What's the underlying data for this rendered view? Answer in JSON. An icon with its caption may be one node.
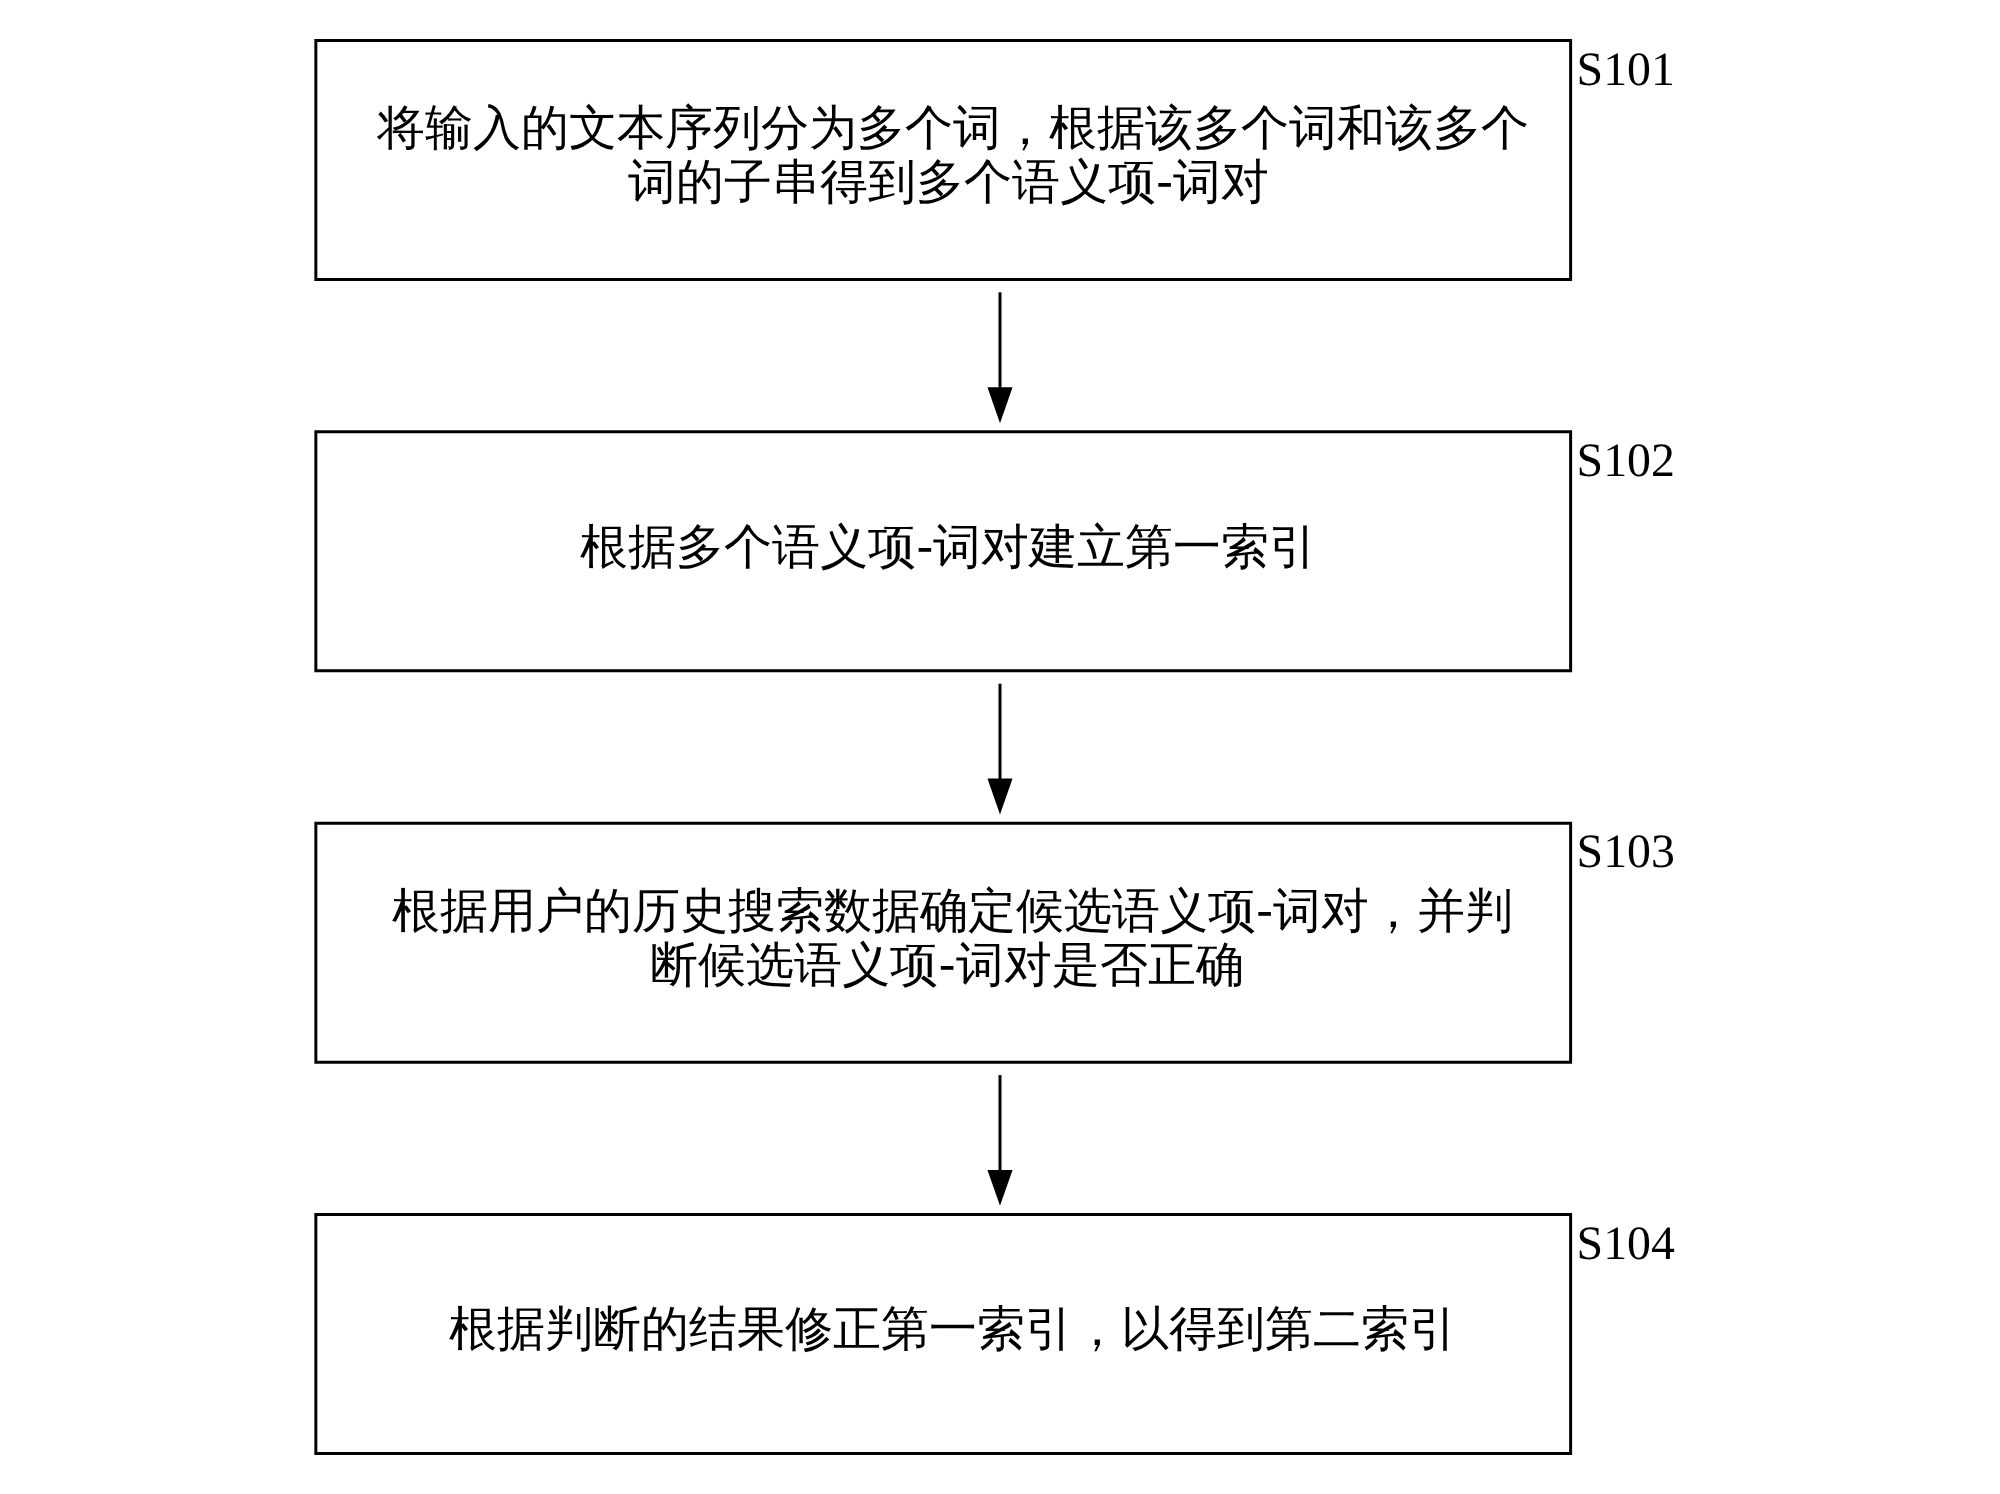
{
  "diagram": {
    "nodes": [
      {
        "text": [
          "将输入的文本序列分为多个词，根据该多个词和该多个词的子串得到多个语义项-词对"
        ],
        "beside": [
          "S101"
        ]
      },
      {
        "text": [
          "根据多个语义项-词对建立第一索引"
        ],
        "beside": [
          "S102"
        ]
      },
      {
        "text": [
          "根据用户的历史搜索数据确定候选语义项-词对，并判断候选语义项-词对是否正确"
        ],
        "beside": [
          "S103"
        ]
      },
      {
        "text": [
          "根据判断的结果修正第一索引，以得到第二索引"
        ],
        "beside": [
          "S104"
        ]
      }
    ],
    "edges": [
      {
        "from": 0,
        "to": 1,
        "arrow": "to"
      },
      {
        "from": 1,
        "to": 2,
        "arrow": "to"
      },
      {
        "from": 2,
        "to": 3,
        "arrow": "to"
      }
    ]
  }
}
